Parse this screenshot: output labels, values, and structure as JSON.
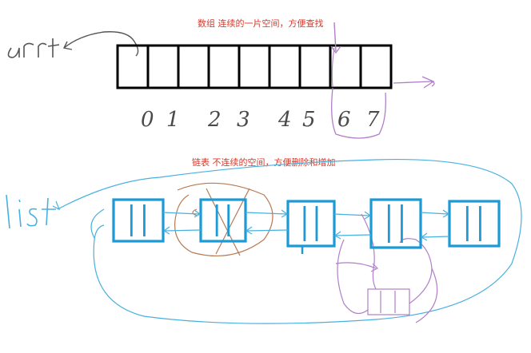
{
  "array_section": {
    "title": "数组   连续的一片空间，方便查找",
    "var_name": "arr",
    "cell_count": 9,
    "index_labels": [
      "0",
      "1",
      "2",
      "3",
      "4",
      "5",
      "6",
      "7"
    ],
    "stroke_color": "#000000",
    "annotation_color": "#b07fc8"
  },
  "linked_list_section": {
    "title": "链表    不连续的空间，方便删除和增加",
    "var_name": "list",
    "node_count": 5,
    "node_color": "#1c9ad6",
    "pointer_color": "#48b0e0",
    "annotation_colors": {
      "brown": "#b77b55",
      "purple": "#b07fc8"
    }
  },
  "label_color": "#d23a2c"
}
